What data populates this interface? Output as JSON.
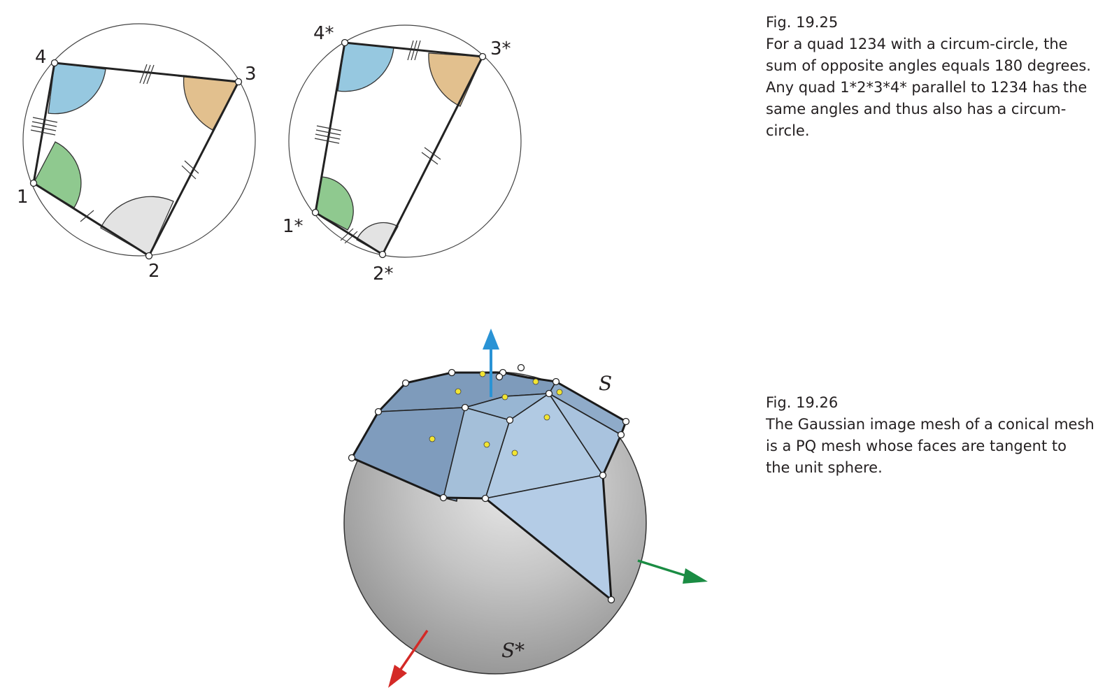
{
  "figures": {
    "fig_19_25": {
      "title": "Fig. 19.25",
      "caption": "For a quad 1234 with a circum-circle, the sum of opposite angles equals 180 degrees. Any quad 1*2*3*4* parallel to 1234 has the same angles and thus also has a circum-circle.",
      "quad_labels": [
        "1",
        "2",
        "3",
        "4"
      ],
      "parallel_quad_labels": [
        "1*",
        "2*",
        "3*",
        "4*"
      ]
    },
    "fig_19_26": {
      "title": "Fig. 19.26",
      "caption": "The Gaussian image mesh of a conical mesh is a PQ mesh whose faces are tangent to the unit sphere.",
      "mesh_label": "S",
      "sphere_label": "S*"
    }
  },
  "colors": {
    "angle_1": "#8fc98f",
    "angle_2": "#e3e3e3",
    "angle_3": "#e2c08e",
    "angle_4": "#96c8e0",
    "mesh_face": "#8fabc8",
    "sphere": "#b2b2b2",
    "tangent_point": "#f2e532",
    "arrow_up": "#2a93d5",
    "arrow_right": "#1a8c43",
    "arrow_down": "#d42a27"
  },
  "icons": [
    "circumcircle-quad-diagram",
    "sphere-mesh-diagram"
  ]
}
